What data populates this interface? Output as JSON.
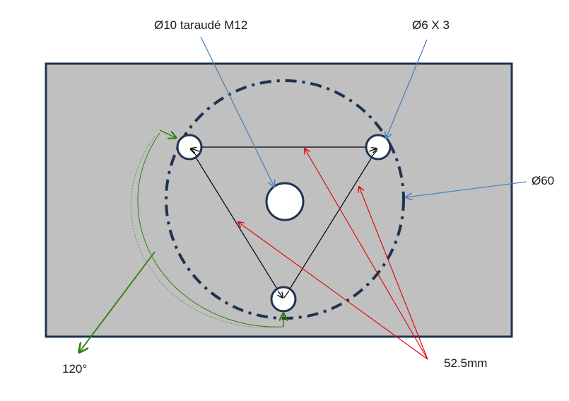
{
  "labels": {
    "center_hole": "Ø10 taraudé M12",
    "small_holes": "Ø6 X 3",
    "bolt_circle": "Ø60",
    "angle": "120°",
    "side_length": "52.5mm"
  },
  "colors": {
    "plate_fill": "#c0c0c0",
    "plate_border": "#1f3350",
    "hole_fill": "#ffffff",
    "bolt_circle": "#1f3350",
    "leader_blue": "#4f81bd",
    "leader_red": "#e00000",
    "angle_green": "#2e7d0e",
    "triangle": "#000000"
  }
}
